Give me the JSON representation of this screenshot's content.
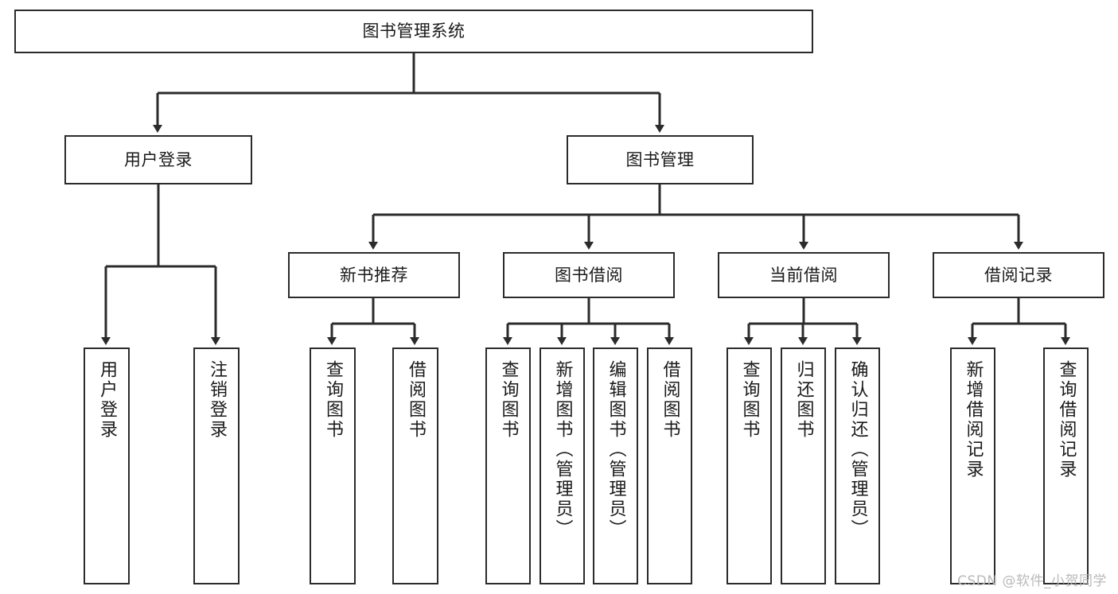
{
  "diagram": {
    "type": "tree-hierarchy",
    "title": "图书管理系统",
    "watermark": "CSDN @软件_小贺同学",
    "colors": {
      "box_border": "#2b2b2b",
      "connector": "#2b2b2b",
      "background": "#ffffff",
      "text": "#1a1a1a",
      "watermark": "#b9b9b9"
    },
    "levels": {
      "level1": [
        {
          "id": "root",
          "label": "图书管理系统"
        }
      ],
      "level2": [
        {
          "id": "user-login",
          "label": "用户登录",
          "parent": "root"
        },
        {
          "id": "book-manage",
          "label": "图书管理",
          "parent": "root"
        }
      ],
      "level3": [
        {
          "id": "new-book-rec",
          "label": "新书推荐",
          "parent": "book-manage"
        },
        {
          "id": "book-borrow",
          "label": "图书借阅",
          "parent": "book-manage"
        },
        {
          "id": "current-borrow",
          "label": "当前借阅",
          "parent": "book-manage"
        },
        {
          "id": "borrow-record",
          "label": "借阅记录",
          "parent": "book-manage"
        }
      ],
      "leaves": [
        {
          "id": "leaf-user-login",
          "label": "用户登录",
          "parent": "user-login"
        },
        {
          "id": "leaf-user-logout",
          "label": "注销登录",
          "parent": "user-login"
        },
        {
          "id": "leaf-rec-query",
          "label": "查询图书",
          "parent": "new-book-rec"
        },
        {
          "id": "leaf-rec-borrow",
          "label": "借阅图书",
          "parent": "new-book-rec"
        },
        {
          "id": "leaf-borrow-query",
          "label": "查询图书",
          "parent": "book-borrow"
        },
        {
          "id": "leaf-borrow-add",
          "label": "新增图书（管理员）",
          "parent": "book-borrow"
        },
        {
          "id": "leaf-borrow-edit",
          "label": "编辑图书（管理员）",
          "parent": "book-borrow"
        },
        {
          "id": "leaf-borrow-lend",
          "label": "借阅图书",
          "parent": "book-borrow"
        },
        {
          "id": "leaf-cur-query",
          "label": "查询图书",
          "parent": "current-borrow"
        },
        {
          "id": "leaf-cur-return",
          "label": "归还图书",
          "parent": "current-borrow"
        },
        {
          "id": "leaf-cur-confirm",
          "label": "确认归还（管理员）",
          "parent": "current-borrow"
        },
        {
          "id": "leaf-rec-add",
          "label": "新增借阅记录",
          "parent": "borrow-record"
        },
        {
          "id": "leaf-rec-search",
          "label": "查询借阅记录",
          "parent": "borrow-record"
        }
      ]
    }
  }
}
